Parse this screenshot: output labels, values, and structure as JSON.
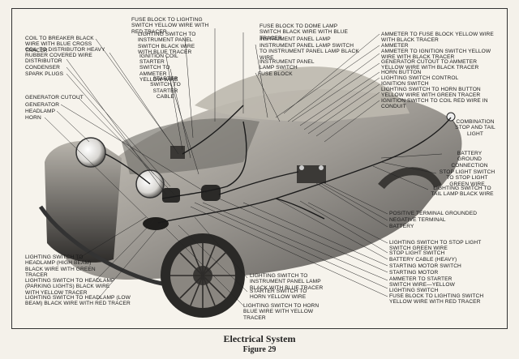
{
  "caption": {
    "title": "Electrical System",
    "figure": "Figure 29"
  },
  "labels": {
    "fuse_block_lighting": "Fuse block to lighting switch yellow wire with red tracer",
    "lighting_switch_panel": "Lighting switch to instrument panel switch black wire with blue tracer",
    "ignition_coil": "Ignition coil",
    "starter_ammeter": "Starter switch to ammeter yellow wire",
    "starter_to_cable": "Starter switch to starter cable",
    "fuse_dome": "Fuse block to dome lamp switch black wire with blue tracer",
    "panel_lamp": "Instrument panel lamp",
    "panel_lamp_switch": "Instrument panel lamp switch to instrument panel lamp black wire",
    "panel_lamp_switch2": "Instrument panel lamp switch",
    "fuse_block": "Fuse block",
    "coil_breaker": "Coil to breaker black wire with blue cross tracer",
    "coil_distributor": "Coil to distributor heavy rubber covered wire",
    "distributor": "Distributor",
    "condenser": "Condenser",
    "spark_plugs": "Spark plugs",
    "generator_cutout": "Generator cutout",
    "generator": "Generator",
    "headlamp": "Headlamp",
    "horn": "Horn",
    "ammeter_fuse": "Ammeter to fuse block yellow wire with black tracer",
    "ammeter": "Ammeter",
    "ammeter_ignition": "Ammeter to ignition switch yellow wire with black tracer",
    "gen_cutout_ammeter": "Generator cutout to ammeter yellow wire with black tracer",
    "horn_button": "Horn button",
    "lighting_control": "Lighting switch control",
    "ignition_switch": "Ignition switch",
    "lighting_horn": "Lighting switch to horn button yellow wire with green tracer",
    "ignition_coil_red": "Ignition switch to coil red wire in conduit",
    "combination_lamp": "Combination stop and tail light",
    "battery_ground": "Battery ground connection",
    "stop_light_switch_wire": "Stop light switch to stop light green wire",
    "tail_lamp_wire": "Lighting switch to tail lamp black wire",
    "pos_terminal": "Positive terminal grounded",
    "neg_terminal": "Negative terminal",
    "battery": "Battery",
    "lighting_stop_switch": "Lighting switch to stop light switch green wire",
    "stop_switch": "Stop light switch",
    "battery_cable": "Battery cable (heavy)",
    "starting_motor_switch": "Starting motor switch",
    "starting_motor": "Starting motor",
    "ammeter_starter": "Ammeter to starter switch wire—yellow",
    "lighting_switch": "Lighting switch",
    "fuse_lighting_bottom": "Fuse block to lighting switch yellow wire with red tracer",
    "headlamp_high": "Lighting switch to headlamp (high beam) black wire with green tracer",
    "headlamp_parking": "Lighting switch to headlamp (parking lights) black wire with yellow tracer",
    "headlamp_low": "Lighting switch to headlamp (low beam) black wire with red tracer",
    "panel_lamp_bottom": "Lighting switch to instrument panel lamp black with blue tracer",
    "starter_horn": "Starter switch to horn yellow wire",
    "horn_blue": "Lighting switch to horn blue wire with yellow tracer"
  }
}
